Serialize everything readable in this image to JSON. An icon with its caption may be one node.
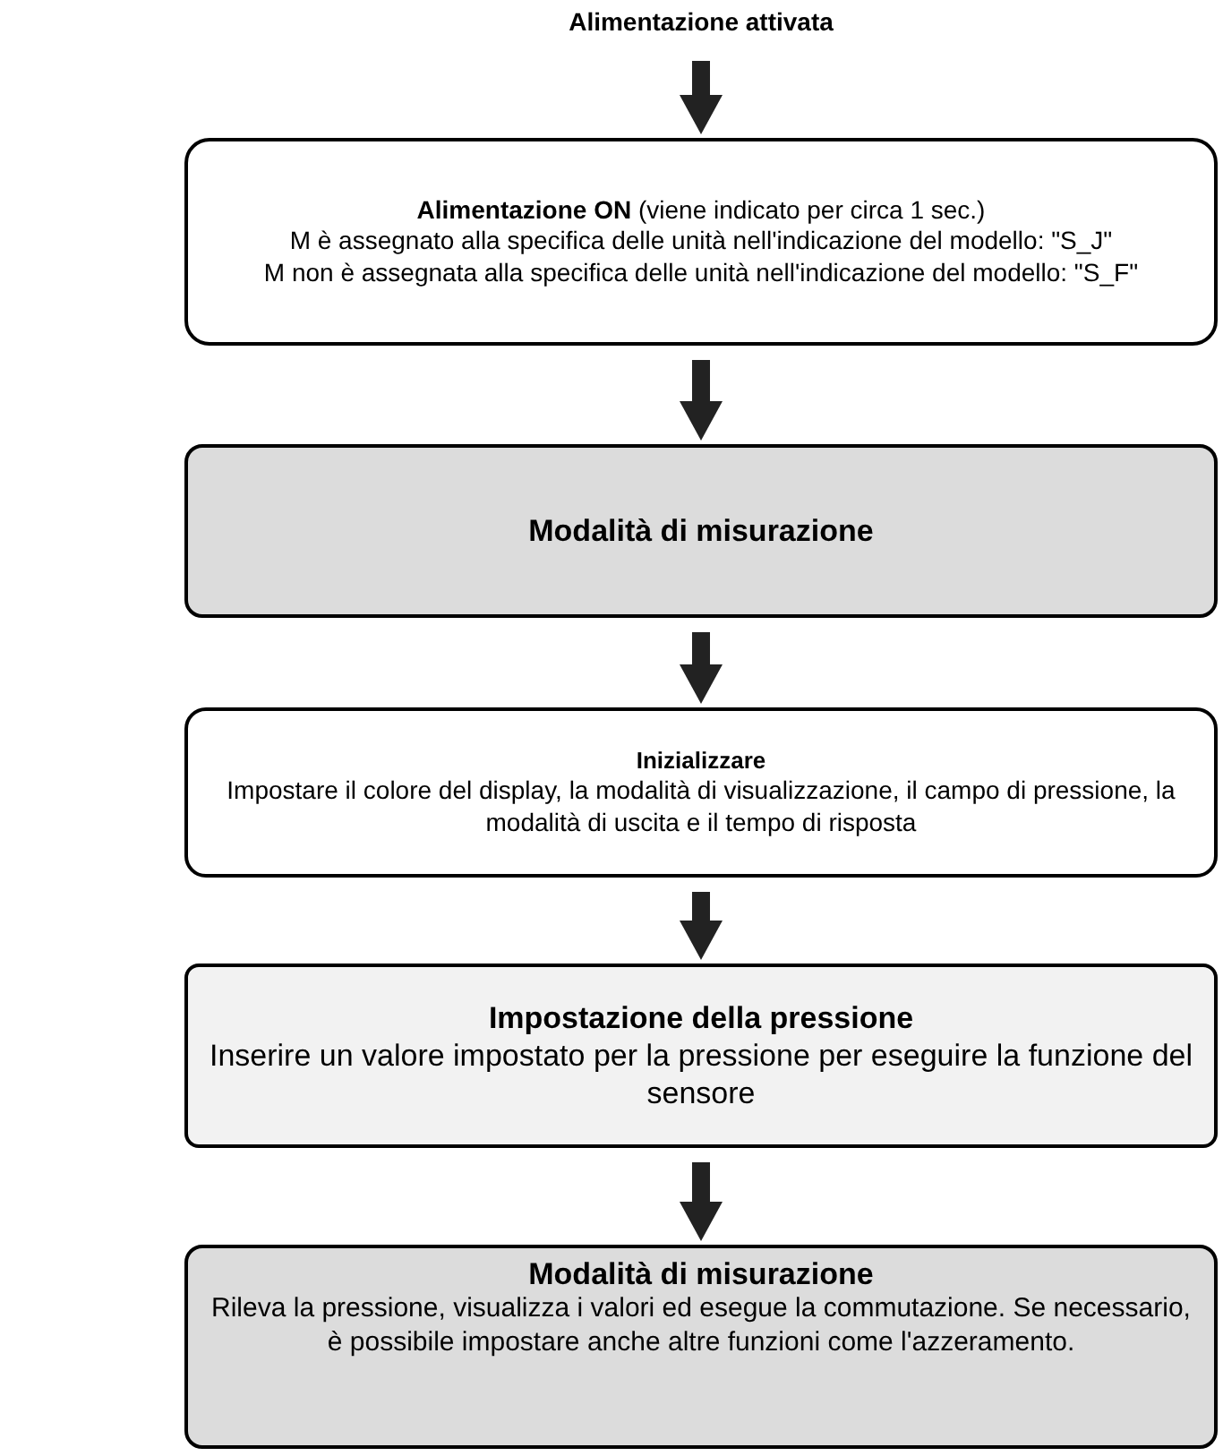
{
  "diagram": {
    "nodes": [
      {
        "text": [
          "Alimentazione attivata"
        ]
      },
      {
        "text": [
          "**Alimentazione ON** (viene indicato per circa 1 sec.)",
          "M è assegnato alla specifica delle unità nell'indicazione del modello: \"S_J\"",
          "M non è assegnata alla specifica delle unità nell'indicazione del modello: \"S_F\""
        ]
      },
      {
        "text": [
          "Modalità di misurazione"
        ]
      },
      {
        "text": [
          "Inizializzare",
          "Impostare il colore del display, la modalità di visualizzazione, il campo di pressione, la modalità di uscita e il tempo di risposta"
        ]
      },
      {
        "text": [
          "Impostazione della pressione",
          "Inserire un valore impostato per la pressione per eseguire la funzione del sensore"
        ]
      },
      {
        "text": [
          "Modalità di misurazione",
          "Rileva la pressione, visualizza i valori ed esegue la commutazione. Se necessario, è possibile impostare anche altre funzioni come l'azzeramento."
        ]
      }
    ],
    "edges": [
      {
        "from": 0,
        "to": 1,
        "arrow": "to"
      },
      {
        "from": 1,
        "to": 2,
        "arrow": "to"
      },
      {
        "from": 2,
        "to": 3,
        "arrow": "to"
      },
      {
        "from": 3,
        "to": 4,
        "arrow": "to"
      },
      {
        "from": 4,
        "to": 5,
        "arrow": "to"
      }
    ]
  }
}
